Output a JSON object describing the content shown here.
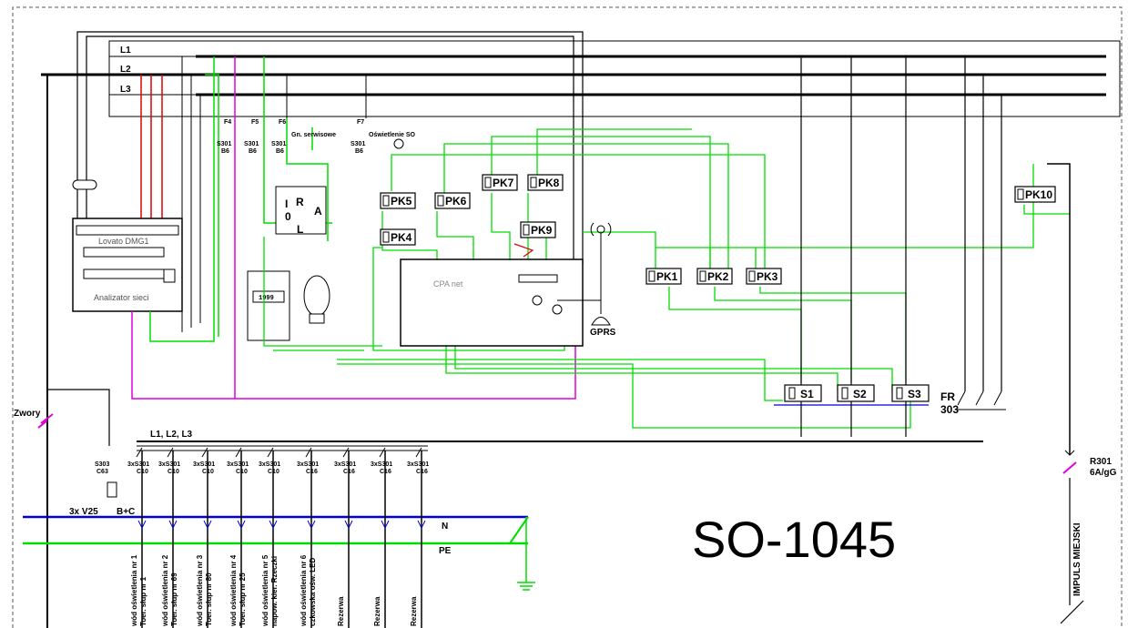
{
  "title": "SO-1045",
  "phases": {
    "l1": "L1",
    "l2": "L2",
    "l3": "L3",
    "group": "L1, L2, L3"
  },
  "rails": {
    "n": "N",
    "pe": "PE"
  },
  "fuses": [
    {
      "id": "F4",
      "type": "S301",
      "rating": "B6"
    },
    {
      "id": "F5",
      "type": "S301",
      "rating": "B6"
    },
    {
      "id": "F6",
      "type": "S301",
      "rating": "B6",
      "note": "Gn. serwisowe"
    },
    {
      "id": "F7",
      "type": "S301",
      "rating": "B6",
      "note": "Oświetlenie SO"
    }
  ],
  "meter": {
    "label": "Lovato DMG1",
    "sublabel": "Analizator sieci"
  },
  "controller": {
    "brand": "CPA net",
    "gprs": "GPRS"
  },
  "switch_panel": {
    "i": "I",
    "o": "0",
    "r": "R",
    "a": "A",
    "l": "L"
  },
  "counter_display": "1999",
  "relays_pk": [
    "PK5",
    "PK6",
    "PK7",
    "PK8",
    "PK4",
    "PK9",
    "PK1",
    "PK2",
    "PK3",
    "PK10"
  ],
  "contactors": [
    "S1",
    "S2",
    "S3"
  ],
  "fr": {
    "id": "FR",
    "num": "303"
  },
  "zwory": "Zwory",
  "main_breaker": {
    "type": "S303",
    "rating": "C63"
  },
  "surge": {
    "label": "3x V25",
    "type": "B+C"
  },
  "outputs": [
    {
      "type": "3xS301",
      "rating": "C10",
      "line1": "wód oświetlenia nr 1",
      "line2": "Toer. słup nr 1"
    },
    {
      "type": "3xS301",
      "rating": "C10",
      "line1": "wód oświetlenia nr 2",
      "line2": "Toer. słup nr 69"
    },
    {
      "type": "3xS301",
      "rating": "C10",
      "line1": "wód oświetlenia nr 3",
      "line2": "Toer. słup nr 80"
    },
    {
      "type": "3xS301",
      "rating": "C10",
      "line1": "wód oświetlenia nr 4",
      "line2": "Toer. słup nr 25"
    },
    {
      "type": "3xS301",
      "rating": "C10",
      "line1": "wód oświetlenia nr 5",
      "line2": "napow. kier. Rzeczki"
    },
    {
      "type": "3xS301",
      "rating": "C16",
      "line1": "wód oświetlenia nr 6",
      "line2": "czkowska ośw. LED"
    },
    {
      "type": "3xS301",
      "rating": "C16",
      "line1": "Rezerwa",
      "line2": ""
    },
    {
      "type": "3xS301",
      "rating": "C16",
      "line1": "Rezerwa",
      "line2": ""
    },
    {
      "type": "3xS301",
      "rating": "C16",
      "line1": "Rezerwa",
      "line2": ""
    }
  ],
  "r301": {
    "id": "R301",
    "rating": "6A/gG"
  },
  "impuls": "IMPULS MIEJSKI",
  "colors": {
    "black": "#000000",
    "green": "#00dd00",
    "magenta": "#dd00dd",
    "red": "#dd0000",
    "blue": "#0000dd"
  }
}
